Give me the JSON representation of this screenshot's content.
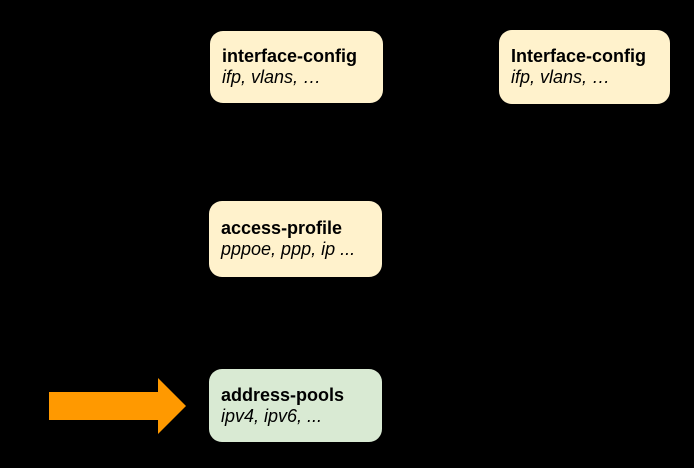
{
  "colors": {
    "background": "#000000",
    "box_cream": "#FFF2CC",
    "box_green": "#D9EAD3",
    "arrow_orange": "#FF9900",
    "text": "#000000"
  },
  "boxes": [
    {
      "id": "interface-config-left",
      "title": "interface-config",
      "subtitle": "ifp, vlans, …",
      "fill": "#FFF2CC"
    },
    {
      "id": "interface-config-right",
      "title": "Interface-config",
      "subtitle": "ifp, vlans, …",
      "fill": "#FFF2CC"
    },
    {
      "id": "access-profile",
      "title": "access-profile",
      "subtitle": "pppoe, ppp, ip ...",
      "fill": "#FFF2CC"
    },
    {
      "id": "address-pools",
      "title": "address-pools",
      "subtitle": "ipv4, ipv6, ...",
      "fill": "#D9EAD3"
    }
  ],
  "arrow": {
    "semantic": "highlight-arrow-pointing-right-at-address-pools",
    "color": "#FF9900"
  }
}
